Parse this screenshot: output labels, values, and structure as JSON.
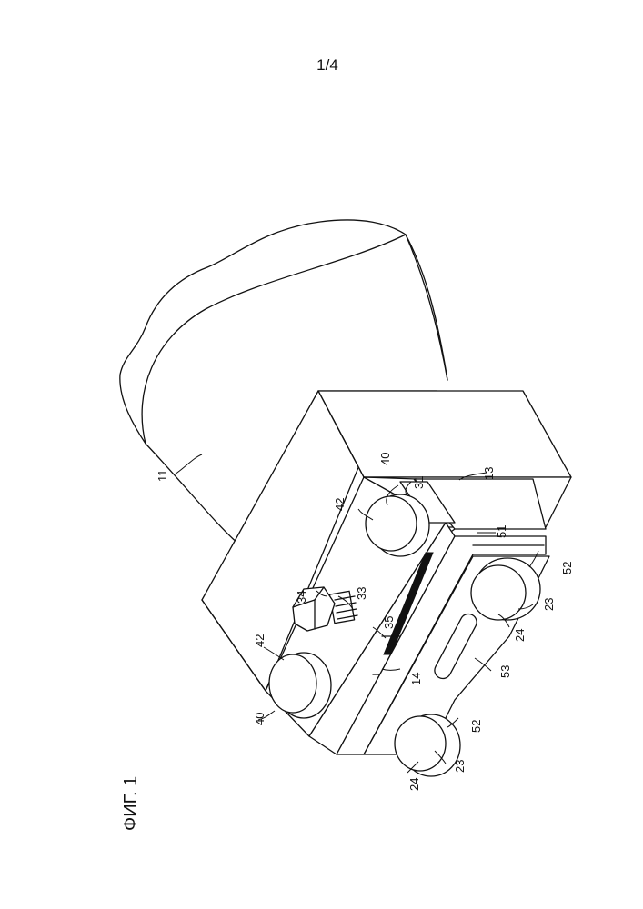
{
  "sheet": {
    "number": "1/4"
  },
  "figure": {
    "caption": "ФИГ. 1",
    "reference_numerals": {
      "motor_housing": "11",
      "side_plate": "13",
      "groove": "14",
      "wheel_left": "23",
      "wheel_right": "23",
      "wheel_rim_left": "24",
      "wheel_rim_right": "24",
      "clamp_block": "31",
      "bolt_shank": "33",
      "bolt_head": "34",
      "slot_gap": "35",
      "roller_mount_top": "40",
      "roller_mount_bottom": "40",
      "roller_cap_top": "42",
      "roller_cap_bottom": "42",
      "plate_edge": "51",
      "axle_top": "52",
      "axle_bottom": "52",
      "oblong_slot": "53"
    }
  }
}
